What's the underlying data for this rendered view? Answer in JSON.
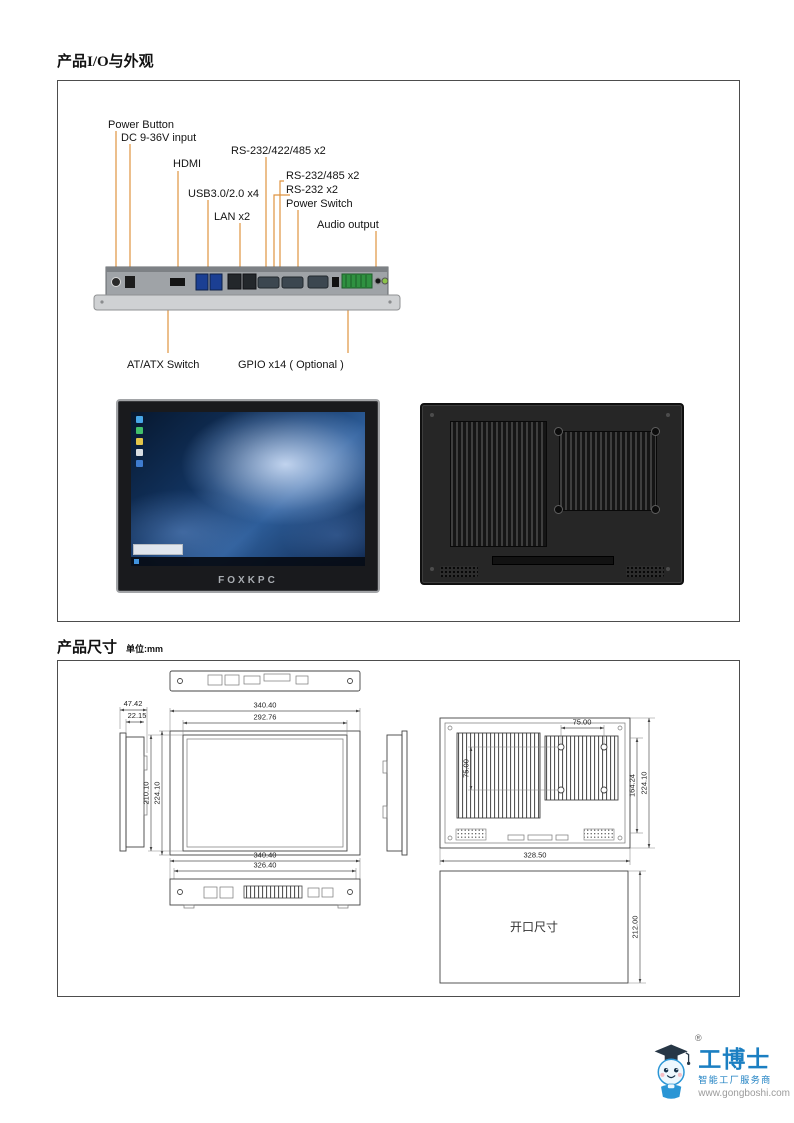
{
  "section_io": {
    "title": "产品I/O与外观",
    "labels": {
      "power_button": "Power Button",
      "dc_input": "DC 9-36V input",
      "hdmi": "HDMI",
      "rs232_422_485": "RS-232/422/485 x2",
      "rs232_485": "RS-232/485 x2",
      "rs232": "RS-232 x2",
      "power_switch": "Power Switch",
      "usb": "USB3.0/2.0 x4",
      "lan": "LAN x2",
      "audio": "Audio output",
      "at_atx": "AT/ATX Switch",
      "gpio": "GPIO x14 ( Optional )"
    },
    "front_brand": "FOXKPC"
  },
  "section_dim": {
    "title": "产品尺寸",
    "unit": "单位:mm",
    "cutout_label": "开口尺寸",
    "dims": {
      "side_total": "47.42",
      "side_body": "22.15",
      "front_width_outer": "340.40",
      "front_width_inner": "292.76",
      "front_height_inner": "210.10",
      "front_height_outer": "224.10",
      "vesa_horizontal": "75.00",
      "vesa_vertical": "75.00",
      "rear_height_inner": "164.24",
      "rear_height_outer": "224.10",
      "rear_width": "328.50",
      "bottom_width_outer": "340.40",
      "bottom_width_inner": "326.40",
      "cutout_height": "212.00"
    }
  },
  "footer": {
    "brand": "工博士",
    "registered": "®",
    "tagline": "智能工厂服务商",
    "url": "www.gongboshi.com"
  },
  "colors": {
    "leader_line": "#df9440",
    "brand_blue": "#1b7fc2"
  }
}
